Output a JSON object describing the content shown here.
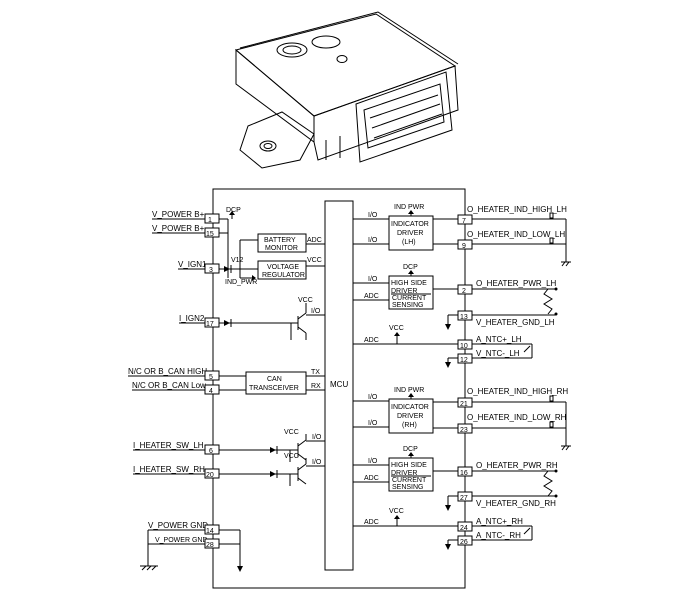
{
  "module": {
    "label_line1": "",
    "label_line2": ""
  },
  "blocks": {
    "mcu": "MCU",
    "battery_monitor": [
      "BATTERY",
      "MONITOR"
    ],
    "voltage_regulator": [
      "VOLTAGE",
      "REGULATOR"
    ],
    "can_transceiver": [
      "CAN",
      "TRANSCEIVER"
    ],
    "indicator_driver_lh": [
      "INDICATOR",
      "DRIVER",
      "(LH)"
    ],
    "indicator_driver_rh": [
      "INDICATOR",
      "DRIVER",
      "(RH)"
    ],
    "hs_driver_lh": [
      "HIGH SIDE",
      "DRIVER",
      "CURRENT",
      "SENSING"
    ],
    "hs_driver_rh": [
      "HIGH SIDE",
      "DRIVER",
      "CURRENT",
      "SENSING"
    ]
  },
  "internal_labels": {
    "dcp": "DCP",
    "v12": "V12",
    "adc": "ADC",
    "vcc": "VCC",
    "ind_pwr": "IND_PWR",
    "ind_pwr2": "IND PWR",
    "io": "I/O",
    "tx": "TX",
    "rx": "RX"
  },
  "left_pins": [
    {
      "signal": "V_POWER B+",
      "pin": "1"
    },
    {
      "signal": "V_POWER B+",
      "pin": "15"
    },
    {
      "signal": "V_IGN1",
      "pin": "3"
    },
    {
      "signal": "I_IGN2",
      "pin": "17"
    },
    {
      "signal": "N/C OR B_CAN HIGH",
      "pin": "5"
    },
    {
      "signal": "N/C OR B_CAN Low",
      "pin": "4"
    },
    {
      "signal": "I_HEATER_SW_LH",
      "pin": "6"
    },
    {
      "signal": "I_HEATER_SW_RH",
      "pin": "20"
    },
    {
      "signal": "V_POWER GND",
      "pin": "14"
    },
    {
      "signal": "V_POWER GND",
      "pin": "28"
    }
  ],
  "right_pins": [
    {
      "signal": "O_HEATER_IND_HIGH_LH",
      "pin": "7"
    },
    {
      "signal": "O_HEATER_IND_LOW_LH",
      "pin": "9"
    },
    {
      "signal": "O_HEATER_PWR_LH",
      "pin": "2"
    },
    {
      "signal": "V_HEATER_GND_LH",
      "pin": "13"
    },
    {
      "signal": "A_NTC+_LH",
      "pin": "10"
    },
    {
      "signal": "V_NTC-_LH",
      "pin": "12"
    },
    {
      "signal": "O_HEATER_IND_HIGH_RH",
      "pin": "21"
    },
    {
      "signal": "O_HEATER_IND_LOW_RH",
      "pin": "23"
    },
    {
      "signal": "O_HEATER_PWR_RH",
      "pin": "16"
    },
    {
      "signal": "V_HEATER_GND_RH",
      "pin": "27"
    },
    {
      "signal": "A_NTC+_RH",
      "pin": "24"
    },
    {
      "signal": "A_NTC-_RH",
      "pin": "26"
    }
  ]
}
